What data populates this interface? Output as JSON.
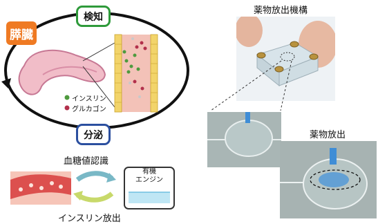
{
  "cycle": {
    "organ_label": "膵臓",
    "detect_label": "検知",
    "secrete_label": "分泌",
    "legend_insulin": "インスリン",
    "legend_glucagon": "グルカゴン",
    "colors": {
      "detect_border": "#2e9a3a",
      "secrete_border": "#2b4f9f",
      "organ_box": "#ef7a23",
      "insulin_dot": "#4e9a3e",
      "glucagon_dot": "#b2304b"
    }
  },
  "glucose_recognition": {
    "label": "血糖値認識"
  },
  "insulin_release": {
    "label": "インスリン放出",
    "engine_label": "有機\nエンジン"
  },
  "device": {
    "title": "薬物放出機構",
    "release_label": "薬物放出"
  }
}
